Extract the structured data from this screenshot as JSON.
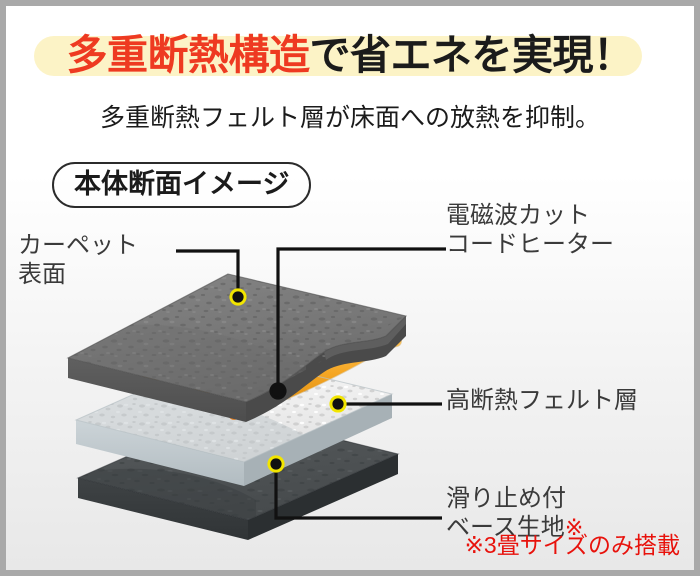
{
  "header": {
    "title_highlight": "多重断熱構造",
    "title_rest": "で省エネを実現！",
    "subtitle": "多重断熱フェルト層が床面への放熱を抑制。"
  },
  "section": {
    "pill_label": "本体断面イメージ"
  },
  "callouts": {
    "carpet": {
      "line1": "カーペット",
      "line2": "表面"
    },
    "heater": {
      "line1": "電磁波カット",
      "line2": "コードヒーター"
    },
    "felt": {
      "line1": "高断熱フェルト層"
    },
    "base": {
      "line1": "滑り止め付",
      "line2": "ベース生地",
      "mark": "※"
    }
  },
  "footnote": "※3畳サイズのみ搭載",
  "colors": {
    "accent_red": "#ee3a21",
    "note_red": "#e8120c",
    "highlight_yellow": "#fcf3c6",
    "carpet_top": "#7b7b7b",
    "carpet_edge": "#565656",
    "felt_top": "#f2f2f2",
    "felt_edge": "#c3ccd1",
    "base_top": "#4e5254",
    "base_edge": "#3b3f41",
    "cord_orange": "#f5a623",
    "cord_cap_yellow": "#ffe000",
    "dot_ring": "#f2e500",
    "dot_fill": "#111111",
    "frame_border": "#a9a9a9",
    "label_text": "#3a3a3a"
  },
  "diagram": {
    "layers": [
      {
        "name": "carpet-layer",
        "label_ref": "carpet"
      },
      {
        "name": "felt-layer",
        "label_ref": "felt"
      },
      {
        "name": "base-layer",
        "label_ref": "base"
      }
    ],
    "cord_count": 3
  }
}
